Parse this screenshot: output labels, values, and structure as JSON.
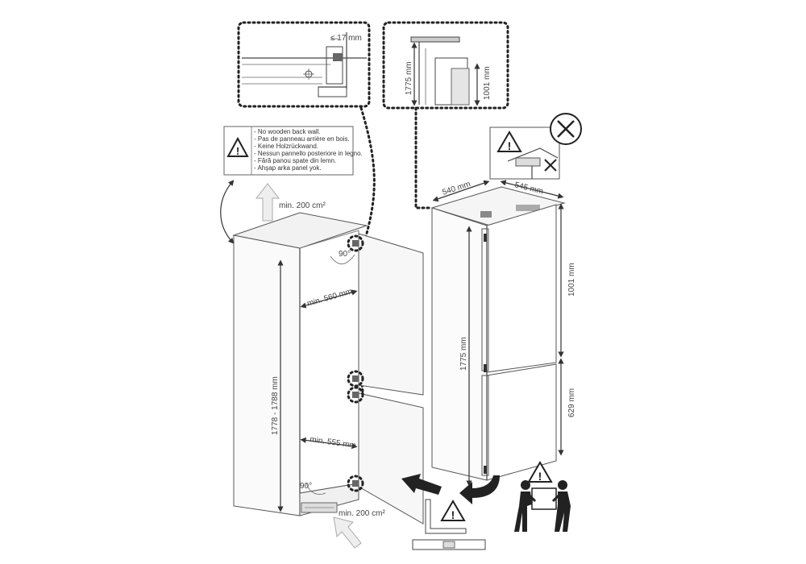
{
  "detail_left": {
    "label": "≤ 17 mm"
  },
  "detail_right": {
    "label_left": "1775 mm",
    "label_right": "1001 mm"
  },
  "warning_note": {
    "lines": [
      "- No wooden back wall.",
      "- Pas de panneau arrière en bois.",
      "- Keine Holzrückwand.",
      "- Nessun pannello posteriore in legno.",
      "- Fără panou spate din lemn.",
      "- Ahşap arka panel yok."
    ]
  },
  "cabinet": {
    "vent_top": "min. 200 cm²",
    "vent_bottom": "min. 200 cm²",
    "height": "1778 - 1788 mm",
    "width_upper": "min. 560 mm",
    "width_lower": "min. 555 mm",
    "angle_top": "90°",
    "angle_bottom": "90°"
  },
  "fridge": {
    "width": "540 mm",
    "depth": "545 mm",
    "height_total": "1775 mm",
    "height_upper": "1001 mm",
    "height_lower": "629 mm"
  },
  "icons": [
    "warning-triangle-icon",
    "prohibited-x-icon",
    "two-person-lift-icon",
    "spirit-level-icon",
    "insert-arrow-icon",
    "rotate-arrow-icon"
  ]
}
